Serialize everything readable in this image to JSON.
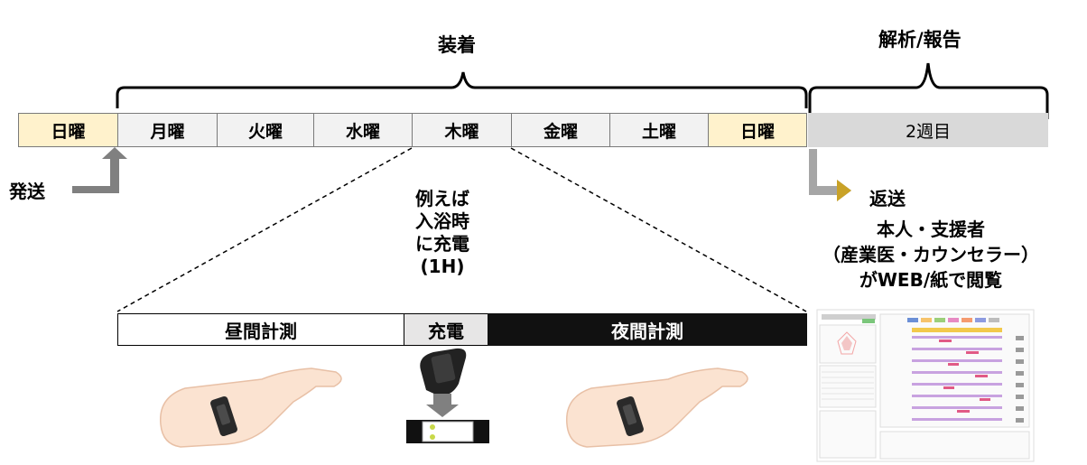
{
  "timeline": {
    "wearing_label": "装着",
    "analysis_label": "解析/報告",
    "days": [
      {
        "label": "日曜",
        "highlight": true
      },
      {
        "label": "月曜",
        "highlight": false
      },
      {
        "label": "火曜",
        "highlight": false
      },
      {
        "label": "水曜",
        "highlight": false
      },
      {
        "label": "木曜",
        "highlight": false
      },
      {
        "label": "金曜",
        "highlight": false
      },
      {
        "label": "土曜",
        "highlight": false
      },
      {
        "label": "日曜",
        "highlight": true
      }
    ],
    "week2_label": "2週目"
  },
  "shipping": {
    "send_label": "発送",
    "return_label": "返送"
  },
  "charging_note": {
    "line1": "例えば",
    "line2": "入浴時",
    "line3": "に充電",
    "line4": "(1H)"
  },
  "viewer_note": {
    "line1": "本人・支援者",
    "line2": "（産業医・カウンセラー）",
    "line3": "がWEB/紙で閲覧"
  },
  "daybar": {
    "day_label": "昼間計測",
    "charge_label": "充電",
    "night_label": "夜間計測"
  },
  "colors": {
    "weekend_fill": "#FFF2CC",
    "weekday_fill": "#F2F2F2",
    "week2_fill": "#D9D9D9",
    "arrow_gray": "#808080",
    "return_arrow": "#A6A6A6",
    "return_arrow_tip": "#C9A227",
    "night_fill": "#111111"
  }
}
